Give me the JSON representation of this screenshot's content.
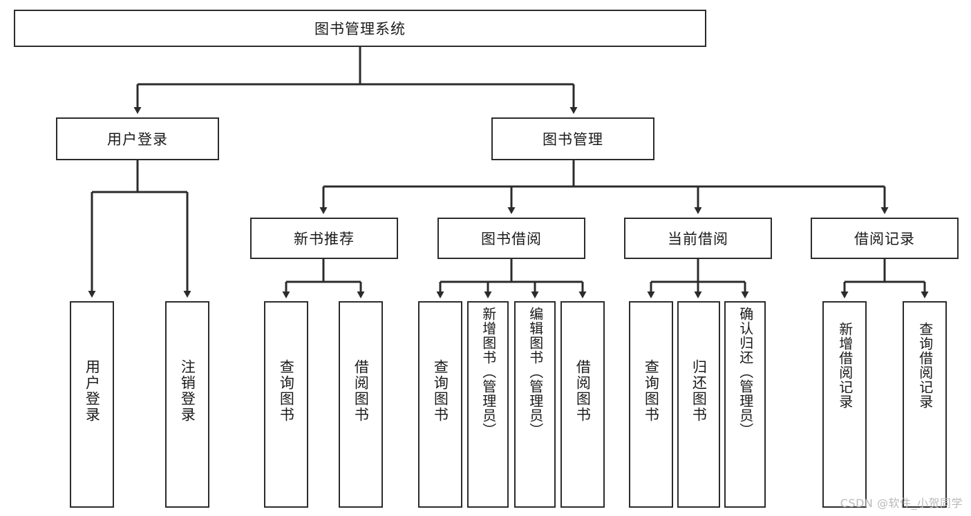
{
  "diagram": {
    "title": "图书管理系统",
    "root": {
      "label": "图书管理系统"
    },
    "level2": [
      {
        "label": "用户登录"
      },
      {
        "label": "图书管理"
      }
    ],
    "level3": [
      {
        "label": "新书推荐"
      },
      {
        "label": "图书借阅"
      },
      {
        "label": "当前借阅"
      },
      {
        "label": "借阅记录"
      }
    ],
    "leaves": [
      {
        "label": "用户登录",
        "parent": "用户登录"
      },
      {
        "label": "注销登录",
        "parent": "用户登录"
      },
      {
        "label": "查询图书",
        "parent": "新书推荐"
      },
      {
        "label": "借阅图书",
        "parent": "新书推荐"
      },
      {
        "label": "查询图书",
        "parent": "图书借阅"
      },
      {
        "label": "新增图书（管理员）",
        "parent": "图书借阅"
      },
      {
        "label": "编辑图书（管理员）",
        "parent": "图书借阅"
      },
      {
        "label": "借阅图书",
        "parent": "图书借阅"
      },
      {
        "label": "查询图书",
        "parent": "当前借阅"
      },
      {
        "label": "归还图书",
        "parent": "当前借阅"
      },
      {
        "label": "确认归还（管理员）",
        "parent": "当前借阅"
      },
      {
        "label": "新增借阅记录",
        "parent": "借阅记录"
      },
      {
        "label": "查询借阅记录",
        "parent": "借阅记录"
      }
    ]
  },
  "watermark": {
    "text": "CSDN @软件_小贺同学"
  },
  "colors": {
    "stroke": "#2b2b2b",
    "background": "#ffffff",
    "text": "#1a1a1a",
    "watermark": "#b9b9b9"
  }
}
